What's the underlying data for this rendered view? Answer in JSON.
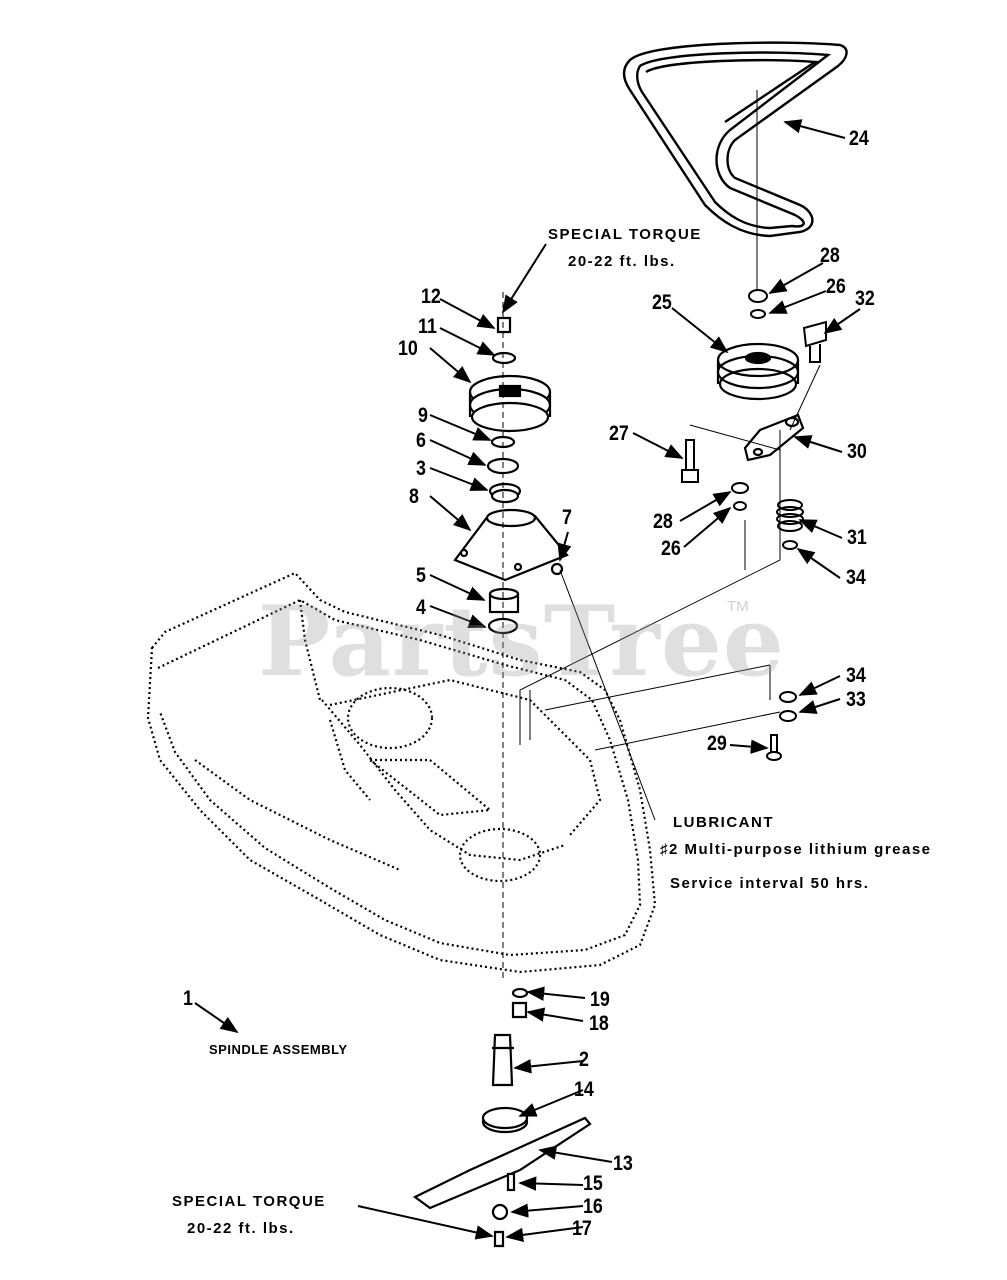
{
  "watermark": {
    "text": "PartsTree",
    "tm": "TM"
  },
  "notes": {
    "torque_top_line1": "SPECIAL TORQUE",
    "torque_top_line2": "20-22 ft. lbs.",
    "lubricant_title": "LUBRICANT",
    "lubricant_grease": "♯2 Multi-purpose lithium grease",
    "lubricant_interval": "Service interval 50 hrs.",
    "spindle_assembly": "SPINDLE ASSEMBLY",
    "torque_bottom_line1": "SPECIAL TORQUE",
    "torque_bottom_line2": "20-22 ft. lbs."
  },
  "callouts": {
    "c1": "1",
    "c2": "2",
    "c3": "3",
    "c4": "4",
    "c5": "5",
    "c6": "6",
    "c7": "7",
    "c8": "8",
    "c9": "9",
    "c10": "10",
    "c11": "11",
    "c12": "12",
    "c13": "13",
    "c14": "14",
    "c15": "15",
    "c16": "16",
    "c17": "17",
    "c18": "18",
    "c19": "19",
    "c24": "24",
    "c25": "25",
    "c26a": "26",
    "c26b": "26",
    "c27": "27",
    "c28a": "28",
    "c28b": "28",
    "c29": "29",
    "c30": "30",
    "c31": "31",
    "c32": "32",
    "c33": "33",
    "c34a": "34",
    "c34b": "34"
  }
}
